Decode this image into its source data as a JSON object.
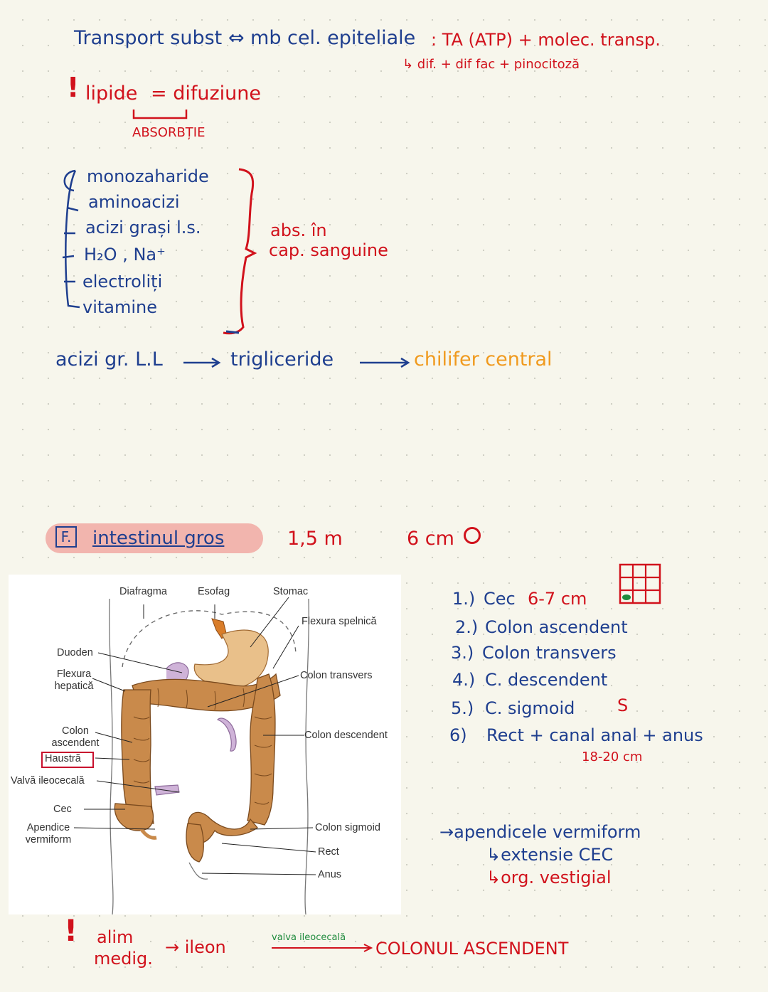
{
  "transport": {
    "line1": "Transport subst ⇔ mb cel. epiteliale",
    "mechanisms": ": TA (ATP) + molec. transp.",
    "mechanisms2": "↳ dif. + dif fac + pinocitoză"
  },
  "lipide": {
    "exclaim": "!",
    "text": "lipide",
    "difuziune": "= difuziune",
    "absorbtie": "ABSORBȚIE"
  },
  "absorbed_list": {
    "items": [
      "monozaharide",
      "aminoacizi",
      "acizi grași l.s.",
      "H₂O , Na⁺",
      "electroliți",
      "vitamine"
    ],
    "target_line1": "abs. în",
    "target_line2": "cap. sanguine"
  },
  "fatty_acids": {
    "source": "acizi gr. L.L",
    "product": "trigliceride",
    "destination": "chilifer central"
  },
  "section_f": {
    "letter": "F.",
    "title": "intestinul gros",
    "length": "1,5 m",
    "diameter": "6 cm"
  },
  "figure": {
    "labels": {
      "diafragma": "Diafragma",
      "esofag": "Esofag",
      "stomac": "Stomac",
      "flexura_splenica": "Flexura spelnică",
      "duoden": "Duoden",
      "flexura_hepatica_1": "Flexura",
      "flexura_hepatica_2": "hepatică",
      "colon_transvers": "Colon transvers",
      "colon_ascendent_1": "Colon",
      "colon_ascendent_2": "ascendent",
      "haustra": "Haustră",
      "colon_descendent": "Colon descendent",
      "valva": "Valvă ileocecală",
      "cec": "Cec",
      "apendice_1": "Apendice",
      "apendice_2": "vermiform",
      "colon_sigmoid": "Colon sigmoid",
      "rect": "Rect",
      "anus": "Anus"
    }
  },
  "segments": [
    {
      "num": "1.)",
      "name": "Cec",
      "note": "6-7 cm"
    },
    {
      "num": "2.)",
      "name": "Colon ascendent",
      "note": ""
    },
    {
      "num": "3.)",
      "name": "Colon transvers",
      "note": ""
    },
    {
      "num": "4.)",
      "name": "C. descendent",
      "note": ""
    },
    {
      "num": "5.)",
      "name": "C. sigmoid",
      "note": "S"
    },
    {
      "num": "6)",
      "name": "Rect + canal anal + anus",
      "note": ""
    }
  ],
  "segment6_length": "18-20 cm",
  "apendice_notes": {
    "title": "→apendicele vermiform",
    "item1": "↳extensie CEC",
    "item2": "↳org. vestigial"
  },
  "bottom_note": {
    "exclaim": "!",
    "food_line1": "alim",
    "food_line2": "medig.",
    "ileon": "→ ileon",
    "valve": "valva ileocecală",
    "colon": "COLONUL ASCENDENT"
  },
  "colors": {
    "ink_blue": "#1f3f8f",
    "ink_red": "#d1121c",
    "ink_orange": "#f09a1e",
    "ink_green": "#1e8a3c",
    "highlight": "#f2b5ae",
    "colon": "#c98a4b",
    "stomach": "#e9c08a"
  }
}
